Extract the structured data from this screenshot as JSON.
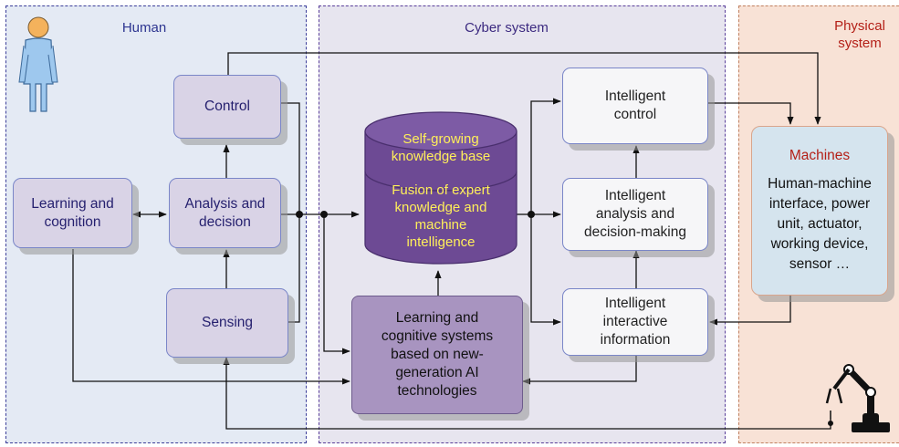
{
  "regions": {
    "human": "Human",
    "cyber": "Cyber system",
    "physical": "Physical\nsystem"
  },
  "human_nodes": {
    "control": "Control",
    "analysis": "Analysis and\ndecision",
    "learning": "Learning and\ncognition",
    "sensing": "Sensing"
  },
  "cyber_nodes": {
    "knowledge_base_top": "Self-growing\nknowledge base",
    "knowledge_base_body": "Fusion of expert\nknowledge and\nmachine\nintelligence",
    "learning_systems": "Learning and\ncognitive systems\nbased on new-\ngeneration AI\ntechnologies",
    "intelligent_control": "Intelligent\ncontrol",
    "intelligent_analysis": "Intelligent\nanalysis and\ndecision-making",
    "intelligent_interactive": "Intelligent\ninteractive\ninformation"
  },
  "physical_nodes": {
    "machines_title": "Machines",
    "machines_body": "Human-machine\ninterface, power\nunit, actuator,\nworking device,\nsensor …"
  },
  "colors": {
    "human_bg": "#e4eaf4",
    "cyber_bg": "#e7e5ef",
    "physical_bg": "#f8e2d6",
    "kb_cylinder": "#6d4a94",
    "machines_title": "#b42018"
  },
  "icons": [
    "human-figure-icon",
    "robot-arm-icon"
  ]
}
